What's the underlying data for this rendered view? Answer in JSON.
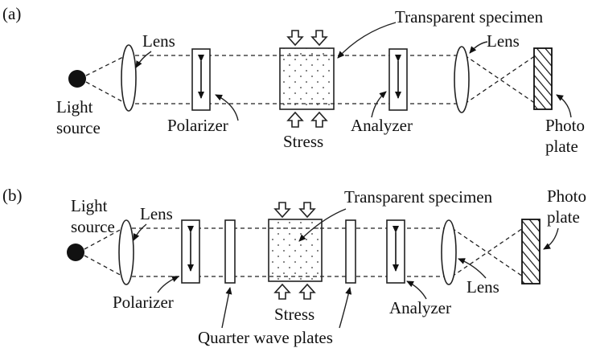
{
  "panel_a": {
    "tag": "(a)",
    "light_source_line1": "Light",
    "light_source_line2": "source",
    "lens_left": "Lens",
    "polarizer": "Polarizer",
    "specimen": "Transparent specimen",
    "stress": "Stress",
    "analyzer": "Analyzer",
    "lens_right": "Lens",
    "photo_line1": "Photo",
    "photo_line2": "plate"
  },
  "panel_b": {
    "tag": "(b)",
    "light_source_line1": "Light",
    "light_source_line2": "source",
    "lens_left": "Lens",
    "polarizer": "Polarizer",
    "quarter_wave": "Quarter wave plates",
    "specimen": "Transparent specimen",
    "stress": "Stress",
    "analyzer": "Analyzer",
    "lens_right": "Lens",
    "photo_line1": "Photo",
    "photo_line2": "plate"
  },
  "colors": {
    "ink": "#222222",
    "background": "#ffffff"
  }
}
